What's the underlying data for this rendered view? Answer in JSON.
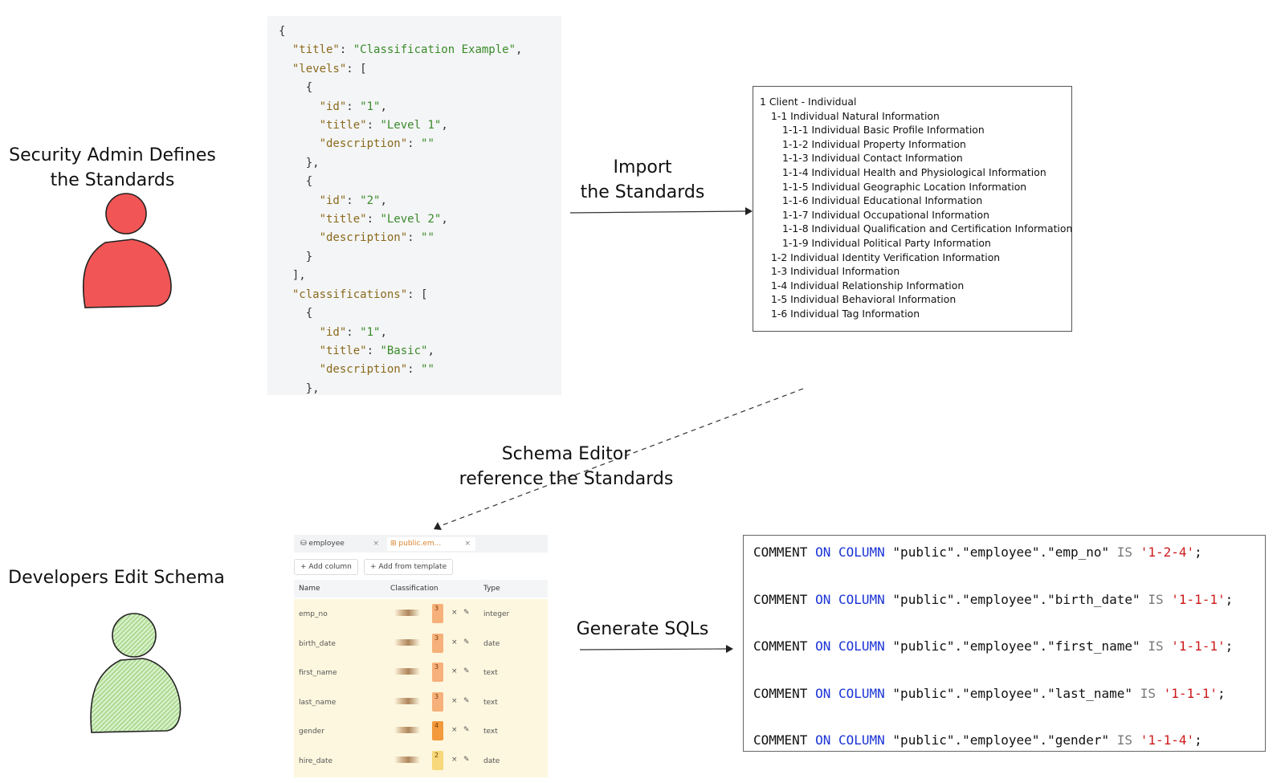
{
  "actors": {
    "admin_label_1": "Security Admin Defines",
    "admin_label_2": "the Standards",
    "developer_label": "Developers Edit Schema"
  },
  "arrows": {
    "import_1": "Import",
    "import_2": "the Standards",
    "schema_1": "Schema Editor",
    "schema_2": "reference the Standards",
    "generate": "Generate SQLs"
  },
  "json_code": {
    "title_key": "\"title\"",
    "title_val": "\"Classification Example\"",
    "levels_key": "\"levels\"",
    "level1_id": "\"1\"",
    "level1_title": "\"Level 1\"",
    "level2_id": "\"2\"",
    "level2_title": "\"Level 2\"",
    "classifications_key": "\"classifications\"",
    "class1_id": "\"1\"",
    "class1_title": "\"Basic\"",
    "id_key": "\"id\"",
    "title_k": "\"title\"",
    "description_key": "\"description\"",
    "empty_str": "\"\""
  },
  "tree": [
    {
      "level": 0,
      "text": "1 Client - Individual"
    },
    {
      "level": 1,
      "text": "1-1 Individual Natural Information"
    },
    {
      "level": 2,
      "text": "1-1-1 Individual Basic Profile Information"
    },
    {
      "level": 2,
      "text": "1-1-2 Individual Property Information"
    },
    {
      "level": 2,
      "text": "1-1-3 Individual Contact Information"
    },
    {
      "level": 2,
      "text": "1-1-4 Individual Health and Physiological Information"
    },
    {
      "level": 2,
      "text": "1-1-5 Individual Geographic Location Information"
    },
    {
      "level": 2,
      "text": "1-1-6 Individual Educational Information"
    },
    {
      "level": 2,
      "text": "1-1-7 Individual Occupational Information"
    },
    {
      "level": 2,
      "text": "1-1-8 Individual Qualification and Certification Information"
    },
    {
      "level": 2,
      "text": "1-1-9 Individual Political Party Information"
    },
    {
      "level": 1,
      "text": "1-2 Individual Identity Verification Information"
    },
    {
      "level": 1,
      "text": "1-3 Individual Information"
    },
    {
      "level": 1,
      "text": "1-4 Individual Relationship Information"
    },
    {
      "level": 1,
      "text": "1-5 Individual Behavioral Information"
    },
    {
      "level": 1,
      "text": "1-6 Individual Tag Information"
    }
  ],
  "schema_editor": {
    "tab1": "employee",
    "tab2": "public.em...",
    "add_column": "+ Add column",
    "add_template": "+ Add from template",
    "col_name": "Name",
    "col_classification": "Classification",
    "col_type": "Type",
    "rows": [
      {
        "name": "emp_no",
        "level": "3",
        "type": "integer",
        "color": "#f6b07a"
      },
      {
        "name": "birth_date",
        "level": "3",
        "type": "date",
        "color": "#f6b07a"
      },
      {
        "name": "first_name",
        "level": "3",
        "type": "text",
        "color": "#f6b07a"
      },
      {
        "name": "last_name",
        "level": "3",
        "type": "text",
        "color": "#f6b07a"
      },
      {
        "name": "gender",
        "level": "4",
        "type": "text",
        "color": "#f29a3c"
      },
      {
        "name": "hire_date",
        "level": "2",
        "type": "date",
        "color": "#f7d87a"
      }
    ]
  },
  "sql": [
    {
      "pre": "COMMENT",
      "kw": "ON COLUMN",
      "ident": "\"public\".\"employee\".\"emp_no\"",
      "is": "IS",
      "val": "'1-2-4'",
      "end": ";"
    },
    {
      "pre": "COMMENT",
      "kw": "ON COLUMN",
      "ident": "\"public\".\"employee\".\"birth_date\"",
      "is": "IS",
      "val": "'1-1-1'",
      "end": ";"
    },
    {
      "pre": "COMMENT",
      "kw": "ON COLUMN",
      "ident": "\"public\".\"employee\".\"first_name\"",
      "is": "IS",
      "val": "'1-1-1'",
      "end": ";"
    },
    {
      "pre": "COMMENT",
      "kw": "ON COLUMN",
      "ident": "\"public\".\"employee\".\"last_name\"",
      "is": "IS",
      "val": "'1-1-1'",
      "end": ";"
    },
    {
      "pre": "COMMENT",
      "kw": "ON COLUMN",
      "ident": "\"public\".\"employee\".\"gender\"",
      "is": "IS",
      "val": "'1-1-4'",
      "end": ";"
    }
  ],
  "colors": {
    "admin_fill": "#f25555",
    "developer_fill": "#a8d88a"
  },
  "icons": {
    "delete": "×",
    "edit": "✎"
  }
}
